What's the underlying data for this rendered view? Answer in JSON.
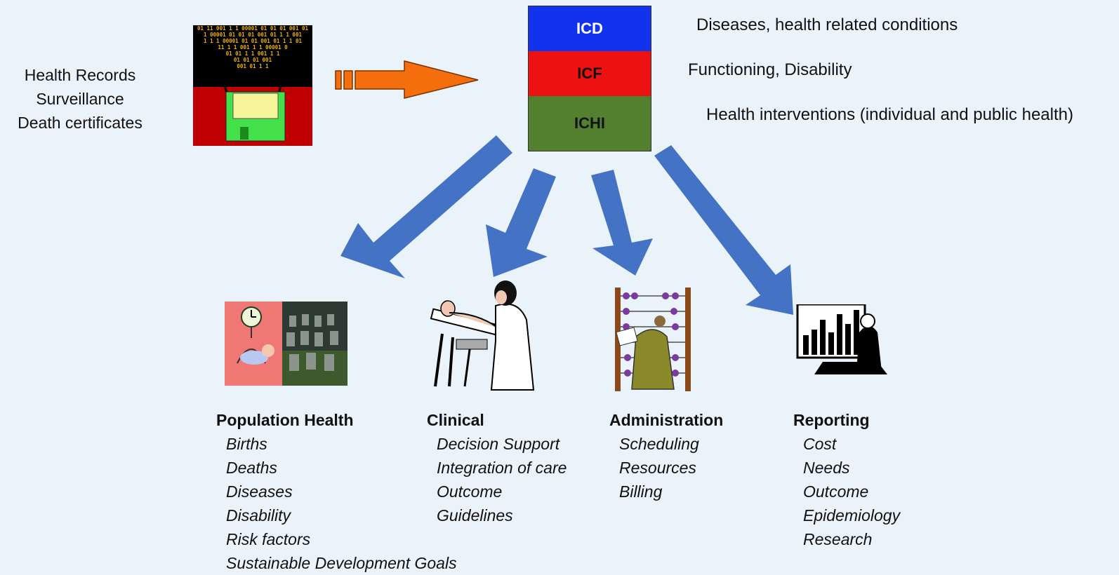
{
  "sources": [
    "Health Records",
    "Surveillance",
    "Death certificates"
  ],
  "binary_rows": [
    "01 11 001 1 1 00001 01 01 01 001 01",
    "1 00001 01 01 01 001 01 1 1 001",
    "1 1 1 00001 01 01 001 01 1 1 01",
    "11 1 1 001 1 1 00001 0",
    "01 01 1 1 001 1 1",
    "01 01 01 001",
    "001 01 1 1"
  ],
  "classifications": [
    {
      "code": "ICD",
      "color": "#1133ee",
      "text_color": "#ffffff",
      "description": "Diseases, health related conditions"
    },
    {
      "code": "ICF",
      "color": "#ee1111",
      "text_color": "#111111",
      "description": "Functioning, Disability"
    },
    {
      "code": "ICHI",
      "color": "#53802f",
      "text_color": "#111111",
      "description": "Health interventions (individual and public health)"
    }
  ],
  "colors": {
    "background": "#eaf3fa",
    "arrow_blue": "#4472c4",
    "arrow_orange": "#f56e0e"
  },
  "categories": [
    {
      "title": "Population Health",
      "items": [
        "Births",
        "Deaths",
        "Diseases",
        "Disability",
        "Risk factors",
        "Sustainable Development Goals"
      ],
      "icon": "population-health-icon"
    },
    {
      "title": "Clinical",
      "items": [
        "Decision Support",
        "Integration of care",
        "Outcome",
        "Guidelines"
      ],
      "icon": "clinical-exam-icon"
    },
    {
      "title": "Administration",
      "items": [
        "Scheduling",
        "Resources",
        "Billing"
      ],
      "icon": "abacus-icon"
    },
    {
      "title": "Reporting",
      "items": [
        "Cost",
        "Needs",
        "Outcome",
        "Epidemiology",
        "Research"
      ],
      "icon": "chart-presentation-icon"
    }
  ]
}
